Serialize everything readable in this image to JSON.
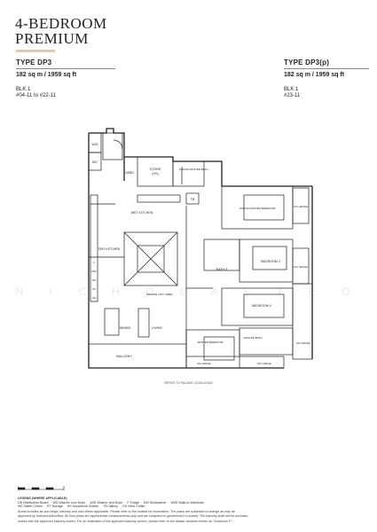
{
  "title": {
    "line1": "4-BEDROOM",
    "line2": "PREMIUM"
  },
  "type_left": {
    "name": "TYPE DP3",
    "area": "182 sq m / 1959 sq ft",
    "block": "BLK 1",
    "units": "#04-11 to #22-11"
  },
  "type_right": {
    "name": "TYPE DP3(p)",
    "area": "182 sq m / 1959 sq ft",
    "block": "BLK 1",
    "units": "#23-11"
  },
  "rooms": {
    "wc": "WC",
    "wd": "W/D",
    "yard": "YARD",
    "store": "STORE",
    "store_sub": "(HS)",
    "junior_master_bath": "JUNIOR MASTER BATH",
    "junior_master_bedroom": "JUNIOR MASTER BEDROOM",
    "tb": "TB",
    "wet_kitchen": "WET KITCHEN",
    "ac_ledge_1": "A/C LEDGE",
    "ac_ledge_2": "A/C LEDGE",
    "dry_kitchen": "DRY KITCHEN",
    "bedroom_3": "BEDROOM 3",
    "bath_3": "BATH 3",
    "private_lift_lobby": "PRIVATE LIFT LOBBY",
    "bedroom_4": "BEDROOM 4",
    "master_bath": "MASTER BATH",
    "dining": "DINING",
    "living": "LIVING",
    "master_bedroom": "MASTER BEDROOM",
    "rc_ledge_right": "RC LEDGE",
    "balcony": "BALCONY",
    "rc_ledge_bottom_1": "RC LEDGE",
    "rc_ledge_bottom_2": "RC LEDGE",
    "f": "F",
    "ds": "DS",
    "dw": "DW",
    "st": "ST",
    "ch": "CH"
  },
  "refer_note": "REFER TO FACADE CATALOGUE",
  "watermark": "N I C H O L A S T E O",
  "legend": {
    "title": "LEGEND (WHERE APPLICABLE)",
    "row1": [
      "DB  Distribution Board",
      "WD  Washer cum Dryer",
      "W/D  Washer and Dryer",
      "F  Fridge",
      "DW  Dishwasher",
      "WIW  Walk-in-Wardrobe"
    ],
    "row2": [
      "WC  Water Closet",
      "ST  Storage",
      "HS  Household Shelter",
      "TB  Tallboy",
      "CH  Wine Chiller"
    ],
    "note1": "Areas includes air-con ledge, balcony and void where applicable. Please refer to the booklet for information. The plans are subjected to change as may be",
    "note2": "approved by relevant authorities. All floor plans are approximate measurements only and are subjected to government re-survey. The balcony shall not be enclosed",
    "note3": "unless with the approved balcony screen. For an illustration of the approved balcony screen, please refer to the drawer annexed herein as \"Annexure F\"."
  }
}
